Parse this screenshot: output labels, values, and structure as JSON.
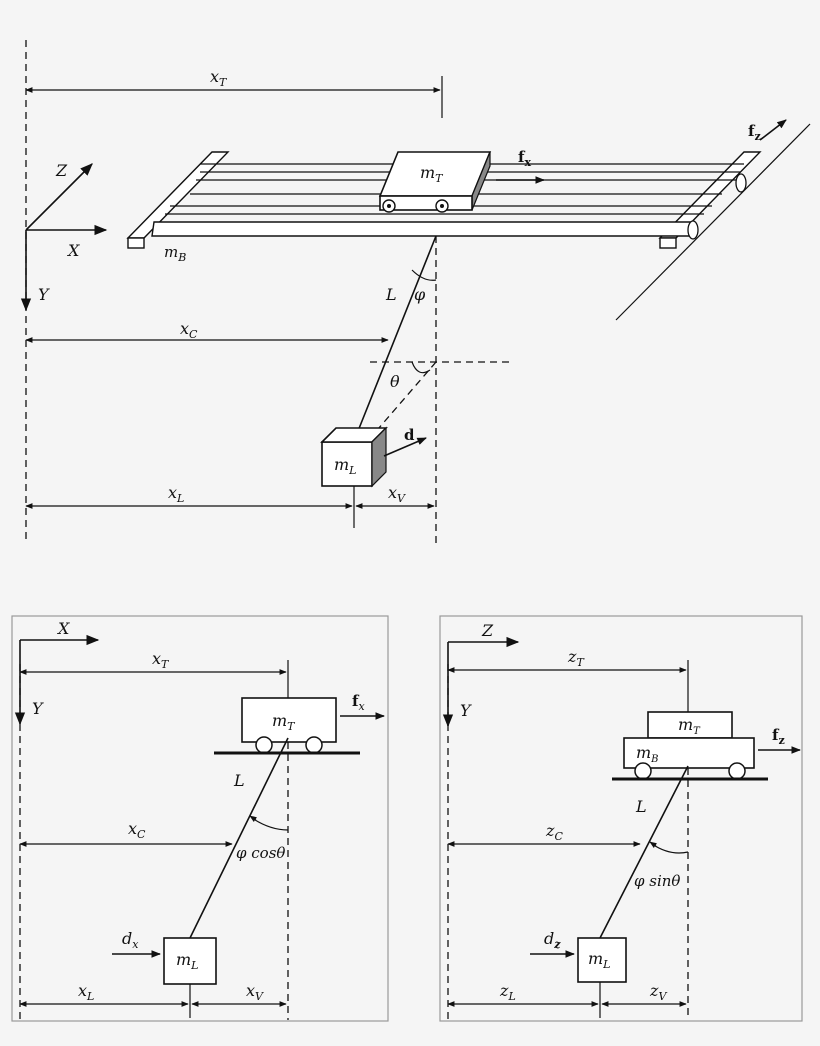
{
  "top": {
    "xT": "x",
    "xT_sub": "T",
    "Z": "Z",
    "X": "X",
    "Y": "Y",
    "mT": "m",
    "mT_sub": "T",
    "mB": "m",
    "mB_sub": "B",
    "fx": "f",
    "fx_sub": "x",
    "fz": "f",
    "fz_sub": "z",
    "L": "L",
    "phi": "φ",
    "xC": "x",
    "xC_sub": "C",
    "theta": "θ",
    "mL": "m",
    "mL_sub": "L",
    "d": "d",
    "xL": "x",
    "xL_sub": "L",
    "xV": "x",
    "xV_sub": "V"
  },
  "left": {
    "X": "X",
    "Y": "Y",
    "xT": "x",
    "xT_sub": "T",
    "mT": "m",
    "mT_sub": "T",
    "fx": "f",
    "fx_sub": "x",
    "L": "L",
    "xC": "x",
    "xC_sub": "C",
    "angle": "φ cosθ",
    "dx": "d",
    "dx_sub": "x",
    "mL": "m",
    "mL_sub": "L",
    "xL": "x",
    "xL_sub": "L",
    "xV": "x",
    "xV_sub": "V"
  },
  "right": {
    "Z": "Z",
    "Y": "Y",
    "zT": "z",
    "zT_sub": "T",
    "mT": "m",
    "mT_sub": "T",
    "mB": "m",
    "mB_sub": "B",
    "fz": "f",
    "fz_sub": "z",
    "L": "L",
    "zC": "z",
    "zC_sub": "C",
    "angle": "φ sinθ",
    "dz": "d",
    "dz_sub": "z",
    "mL": "m",
    "mL_sub": "L",
    "zL": "z",
    "zL_sub": "L",
    "zV": "z",
    "zV_sub": "V"
  }
}
